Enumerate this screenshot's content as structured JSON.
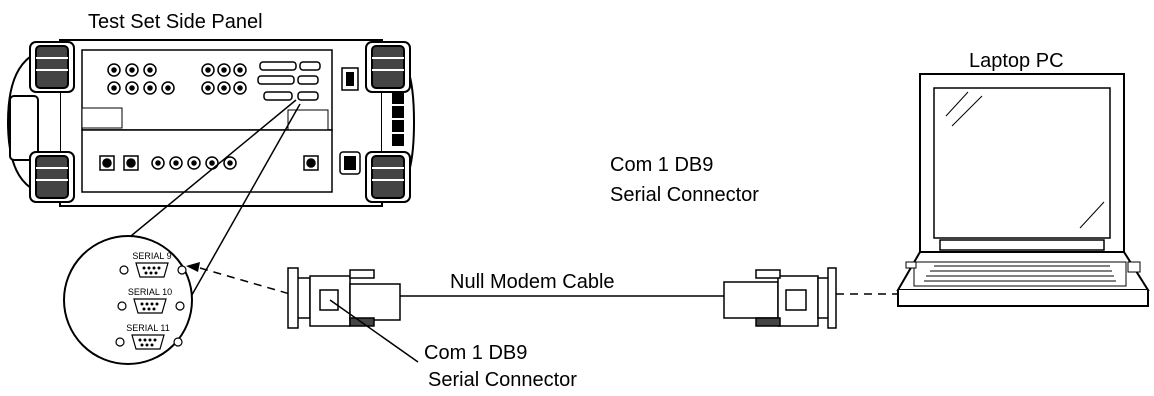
{
  "labels": {
    "test_set_side_panel": "Test Set Side Panel",
    "laptop_pc": "Laptop PC",
    "com1_laptop_line1": "Com 1 DB9",
    "com1_laptop_line2": "Serial Connector",
    "null_modem_cable": "Null Modem Cable",
    "com1_test_line1": "Com 1 DB9",
    "com1_test_line2": "Serial Connector"
  },
  "callout": {
    "ports": [
      "SERIAL 9",
      "SERIAL 10",
      "SERIAL 11"
    ]
  }
}
